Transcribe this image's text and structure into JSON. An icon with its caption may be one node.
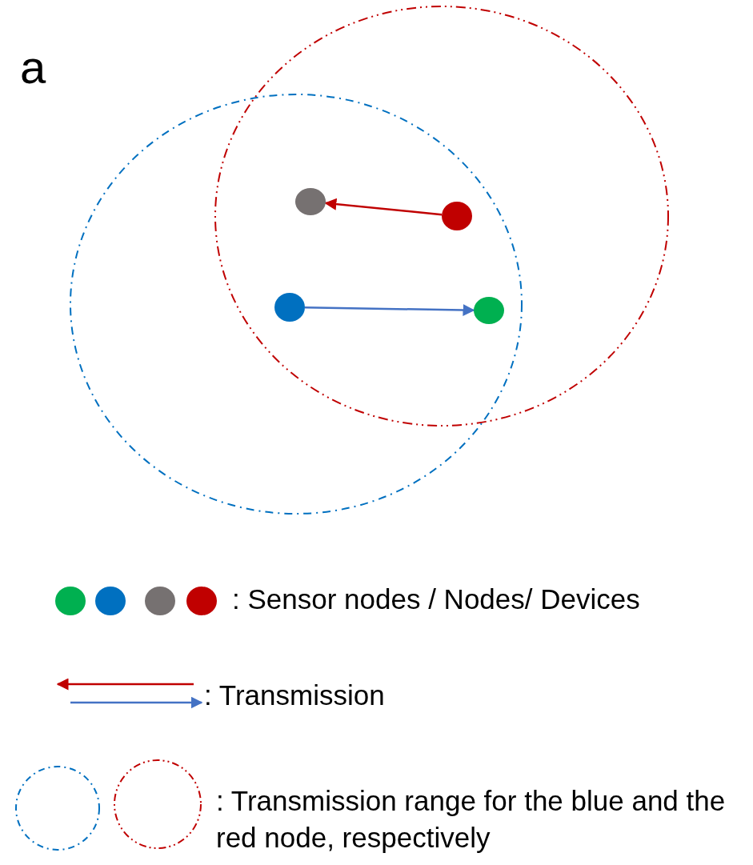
{
  "diagram": {
    "nodes": [
      {
        "text": [],
        "shape": "circle"
      },
      {
        "text": [],
        "shape": "circle"
      },
      {
        "text": [],
        "shape": "circle"
      },
      {
        "text": [],
        "shape": "circle"
      }
    ],
    "edges": [
      {
        "from": 1,
        "to": 0,
        "arrow": "to",
        "color": "#c00000"
      },
      {
        "from": 2,
        "to": 3,
        "arrow": "to",
        "color": "#4472c4"
      }
    ],
    "labels": [
      "a"
    ],
    "legend": [
      {
        "text": ": Sensor nodes / Nodes/ Devices"
      },
      {
        "text": ": Transmission"
      },
      {
        "text": ": Transmission range for the blue and the red node, respectively"
      }
    ]
  }
}
